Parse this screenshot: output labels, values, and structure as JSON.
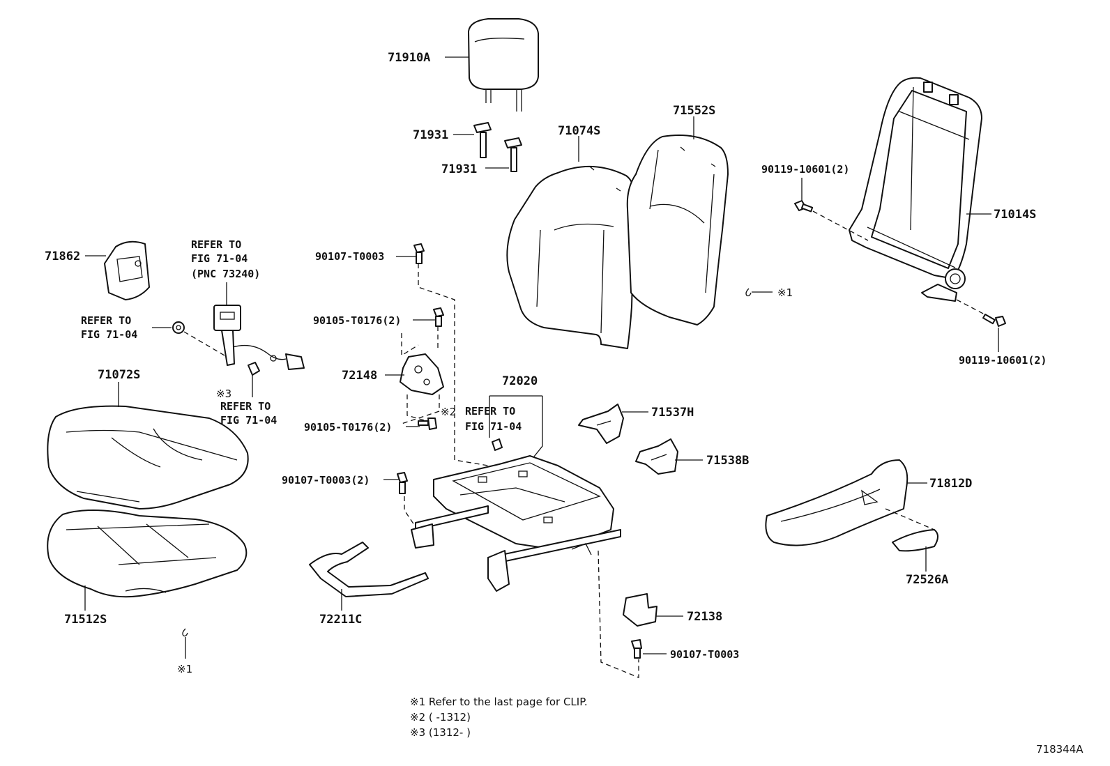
{
  "labels": {
    "p71910a": "71910A",
    "p71931a": "71931",
    "p71931b": "71931",
    "p71074s": "71074S",
    "p71552s": "71552S",
    "p71862": "71862",
    "p71014s": "71014S",
    "bolt_90119_top": "90119-10601(2)",
    "bolt_90119_bot": "90119-10601(2)",
    "bolt_90107_top": "90107-T0003",
    "bolt_90105_a": "90105-T0176(2)",
    "bolt_90105_b": "90105-T0176(2)",
    "p72148": "72148",
    "p72020": "72020",
    "p71072s": "71072S",
    "p71512s": "71512S",
    "p71537h": "71537H",
    "p71538b": "71538B",
    "p71812d": "71812D",
    "p72526a": "72526A",
    "bolt_90107_mid": "90107-T0003(2)",
    "p72211c": "72211C",
    "p72138": "72138",
    "bolt_90107_bot": "90107-T0003",
    "diagram_id": "718344A"
  },
  "refers": {
    "refer_a": [
      "REFER TO",
      "FIG 71-04",
      "(PNC 73240)"
    ],
    "refer_b": [
      "REFER TO",
      "FIG 71-04"
    ],
    "refer_c": [
      "REFER TO",
      "FIG 71-04"
    ],
    "refer_d": [
      "REFER TO",
      "FIG 71-04"
    ]
  },
  "marks": {
    "m1_clip_top": "※1",
    "m1_clip_bottom": "※1",
    "m2": "※2",
    "m3": "※3"
  },
  "notes": [
    "※1 Refer to the last page for CLIP.",
    "※2 (      -1312)",
    "※3 (1312-      )"
  ]
}
